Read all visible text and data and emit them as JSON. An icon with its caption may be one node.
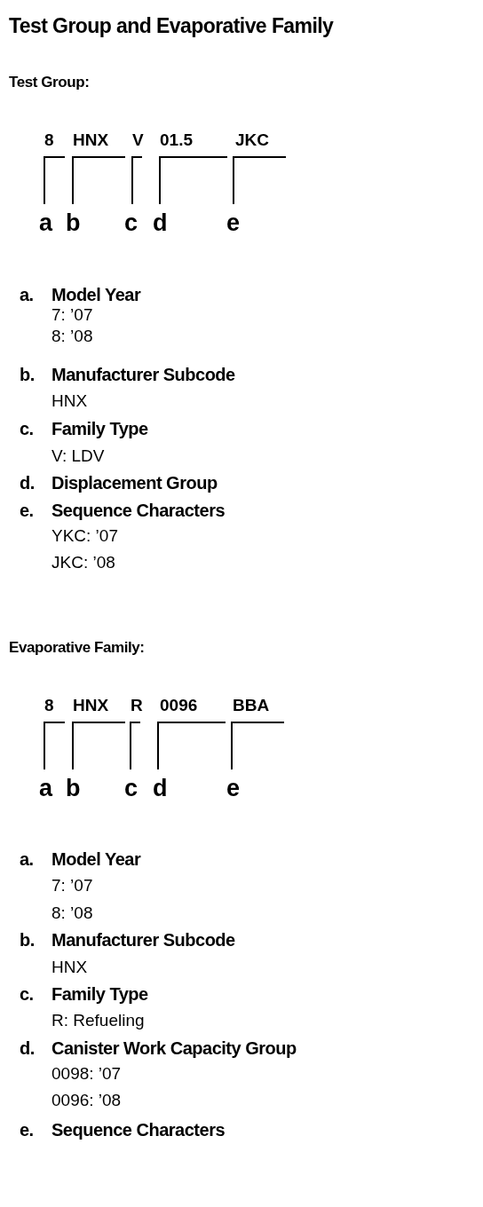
{
  "diagram": {
    "title": "Test Group and Evaporative Family",
    "labels": [
      "Test Group:",
      "8",
      "HNX",
      "V",
      "01.5",
      "JKC",
      "a",
      "b",
      "c",
      "d",
      "e",
      "a.",
      "Model Year",
      "7: ’07",
      "8: ’08",
      "b.",
      "Manufacturer Subcode",
      "HNX",
      "c.",
      "Family Type",
      "V: LDV",
      "d.",
      "Displacement Group",
      "e.",
      "Sequence Characters",
      "YKC: ’07",
      "JKC: ’08",
      "Evaporative Family:",
      "8",
      "HNX",
      "R",
      "0096",
      "BBA",
      "a",
      "b",
      "c",
      "d",
      "e",
      "a.",
      "Model Year",
      "7: ’07",
      "8: ’08",
      "b.",
      "Manufacturer Subcode",
      "HNX",
      "c.",
      "Family Type",
      "R: Refueling",
      "d.",
      "Canister Work Capacity Group",
      "0098: ’07",
      "0096: ’08",
      "e.",
      "Sequence Characters"
    ]
  }
}
